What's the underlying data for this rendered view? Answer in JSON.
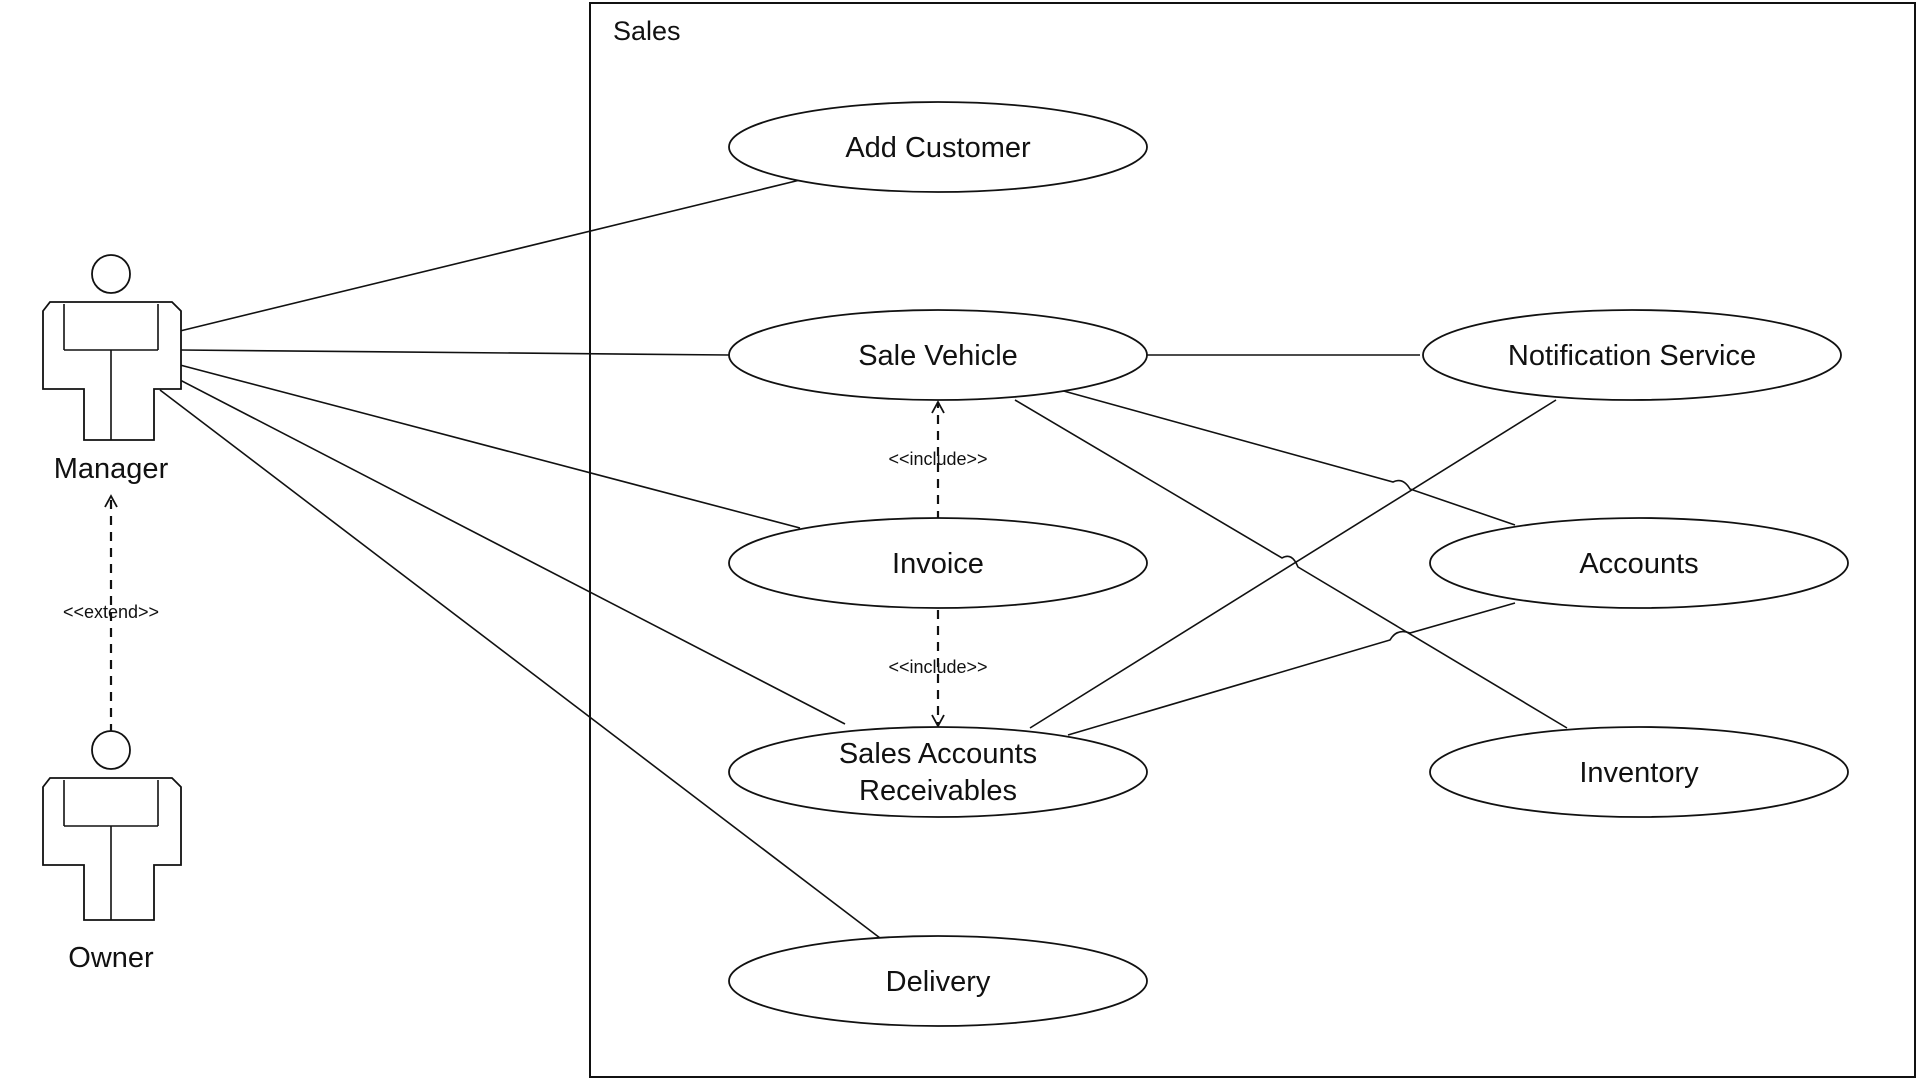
{
  "system": {
    "name": "Sales"
  },
  "actors": {
    "manager": "Manager",
    "owner": "Owner"
  },
  "use_cases": {
    "add_customer": "Add Customer",
    "sale_vehicle": "Sale Vehicle",
    "invoice": "Invoice",
    "sales_ar_line1": "Sales Accounts",
    "sales_ar_line2": "Receivables",
    "delivery": "Delivery",
    "notification_service": "Notification Service",
    "accounts": "Accounts",
    "inventory": "Inventory"
  },
  "stereotypes": {
    "include_invoice_sale": "<<include>>",
    "include_invoice_sar": "<<include>>",
    "extend_owner_manager": "<<extend>>"
  }
}
